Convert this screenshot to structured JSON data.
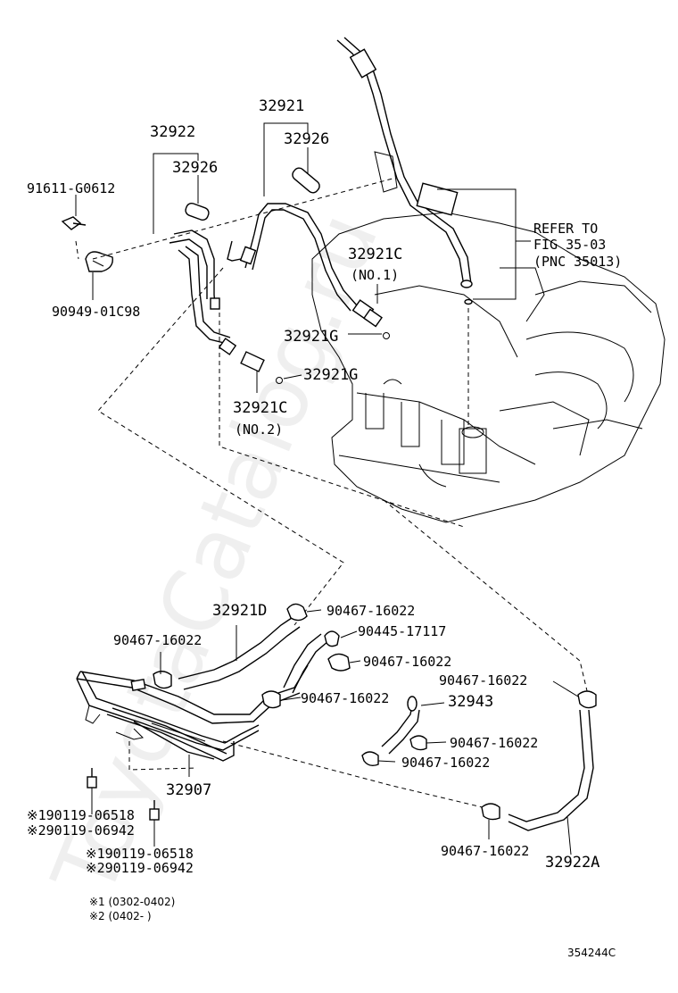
{
  "watermark": "ToyotaCatalog.ru",
  "diagram_id": "354244C",
  "refer": {
    "line1": "REFER TO",
    "line2": "FIG 35-03",
    "line3": "(PNC 35013)"
  },
  "labels": {
    "p32921": "32921",
    "p32926_a": "32926",
    "p32922": "32922",
    "p32926_b": "32926",
    "p91611": "91611-G0612",
    "p90949": "90949-01C98",
    "p32921c_1": "32921C",
    "no1": "(NO.1)",
    "p32921g_1": "32921G",
    "p32921g_2": "32921G",
    "p32921c_2": "32921C",
    "no2": "(NO.2)",
    "p32921d": "32921D",
    "p90467_a": "90467-16022",
    "p90445": "90445-17117",
    "p90467_b": "90467-16022",
    "p90467_left": "90467-16022",
    "p90467_c": "90467-16022",
    "p90467_right": "90467-16022",
    "p32943": "32943",
    "p90467_d": "90467-16022",
    "p90467_e": "90467-16022",
    "p32907": "32907",
    "bolt_a1": "※190119-06518",
    "bolt_a2": "※290119-06942",
    "bolt_b1": "※190119-06518",
    "bolt_b2": "※290119-06942",
    "p90467_f": "90467-16022",
    "p32922a": "32922A",
    "note1": "※1 (0302-0402)",
    "note2": "※2 (0402-     )"
  }
}
